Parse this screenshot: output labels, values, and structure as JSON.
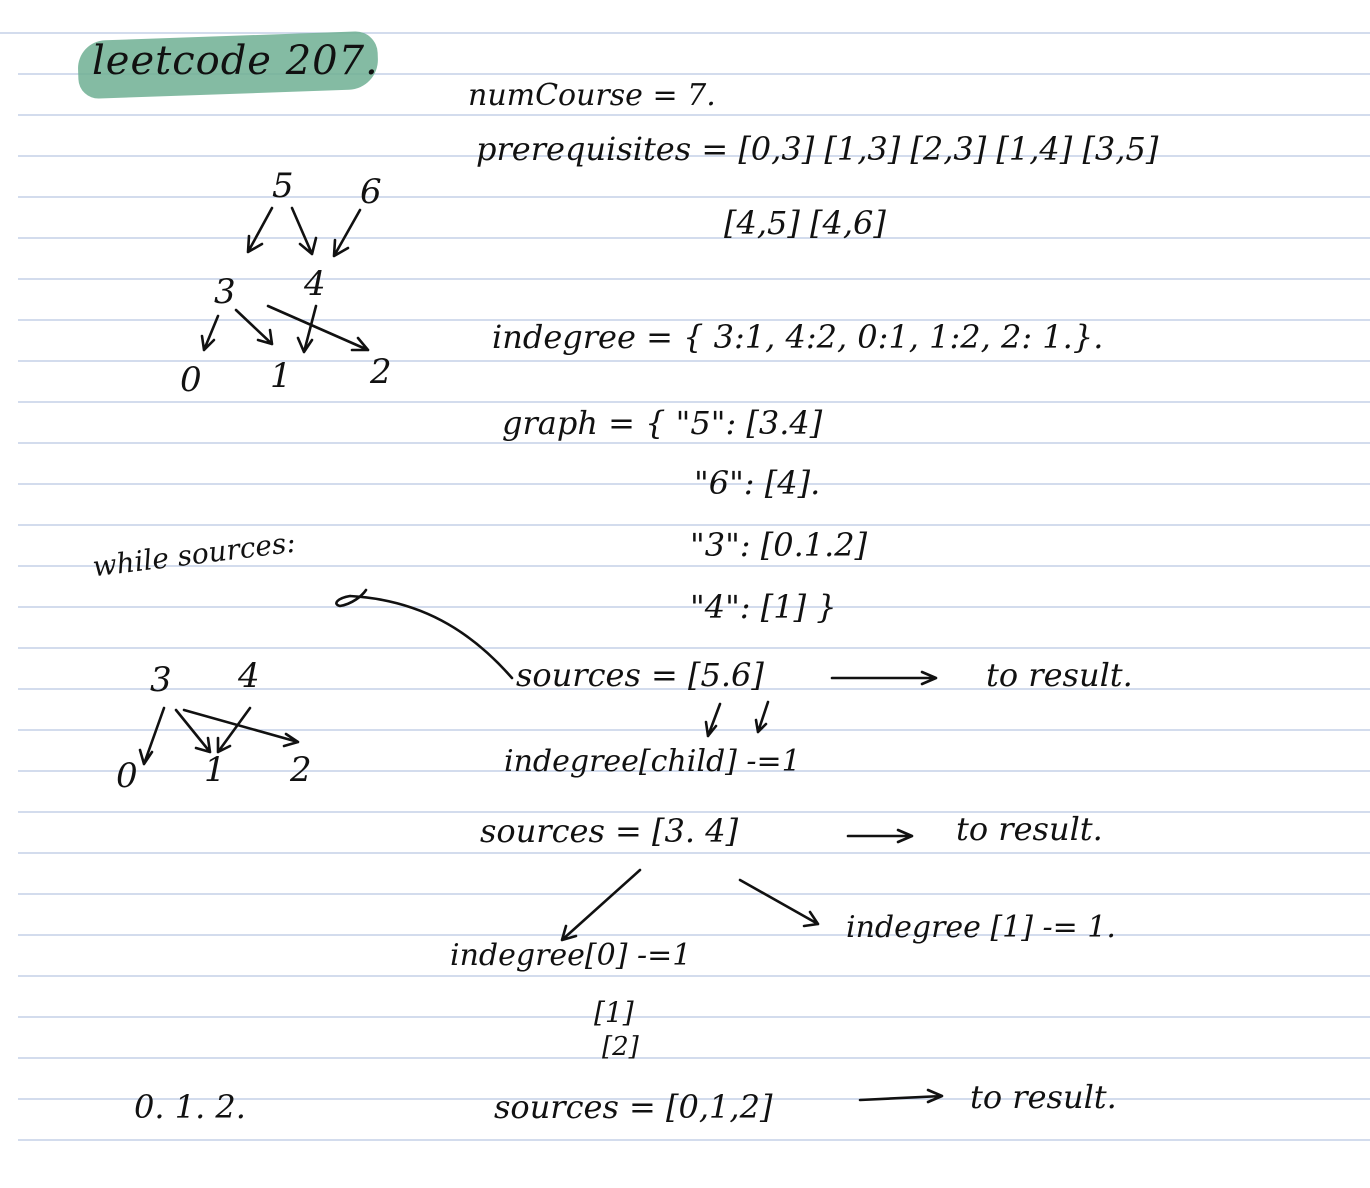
{
  "title": "leetcode 207.",
  "colors": {
    "highlight": "#6faf93",
    "ink": "#111111",
    "rule": "#b9c8e2"
  },
  "lines": {
    "num_course": "numCourse = 7.",
    "prereq_1": "prerequisites = [0,3] [1,3] [2,3] [1,4] [3,5]",
    "prereq_2": "[4,5] [4,6]",
    "indegree": "indegree = { 3:1, 4:2, 0:1, 1:2, 2: 1.}.",
    "graph_1": "graph = { \"5\": [3.4]",
    "graph_2": "\"6\": [4].",
    "graph_3": "\"3\": [0.1.2]",
    "graph_4": "\"4\": [1] }",
    "while_sources": "while sources:",
    "sources_1": "sources = [5.6]",
    "to_result_1": "to result.",
    "indegree_child": "indegree[child] -=1",
    "sources_2": "sources = [3. 4]",
    "to_result_2": "to result.",
    "indegree_0": "indegree[0] -=1",
    "indegree_1_right": "indegree [1] -= 1.",
    "bracket_1": "[1]",
    "bracket_2": "[2]",
    "result_list": "0. 1. 2.",
    "sources_3": "sources = [0,1,2]",
    "to_result_3": "to result."
  },
  "graph1_nodes": {
    "n5": "5",
    "n6": "6",
    "n3": "3",
    "n4": "4",
    "n0": "0",
    "n1": "1",
    "n2": "2"
  },
  "graph2_nodes": {
    "n3": "3",
    "n4": "4",
    "n0": "0",
    "n1": "1",
    "n2": "2"
  }
}
